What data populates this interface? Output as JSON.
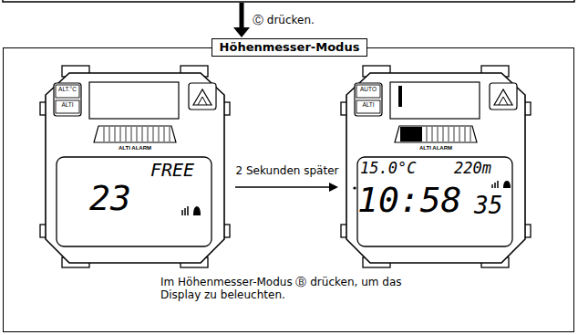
{
  "diagram": {
    "nodes": [
      {
        "text": [
          "Höhenmesser-Modus",
          "Im Höhenmesser-Modus Ⓑ drücken, um das Display zu beleuchten."
        ]
      }
    ],
    "labels": [
      "Ⓒ drücken.",
      "2 Sekunden später",
      "ALT.°C",
      "ALTI",
      "ALTI ALARM",
      "FREE",
      "23",
      "AUTO",
      "ALTI",
      "ALTI ALARM",
      "15.0°C",
      "220m",
      "10:58",
      "35"
    ]
  }
}
